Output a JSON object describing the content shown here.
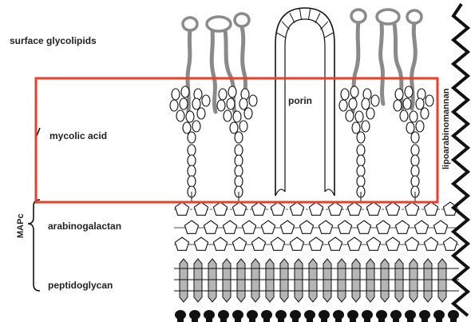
{
  "labels": {
    "surface_glycolipids": "surface glycolipids",
    "mycolic_acid": "mycolic acid",
    "arabinogalactan": "arabinogalactan",
    "peptidoglycan": "peptidoglycan",
    "mapc": "MAPc",
    "porin": "porin",
    "lipoarabinomannan": "lipoarabinomannan"
  },
  "colors": {
    "highlight_box": "#e8402a",
    "glycolipid_gray": "#8a8a8a",
    "ink": "#111111",
    "peptidoglycan_fill": "#b5b5b5"
  }
}
